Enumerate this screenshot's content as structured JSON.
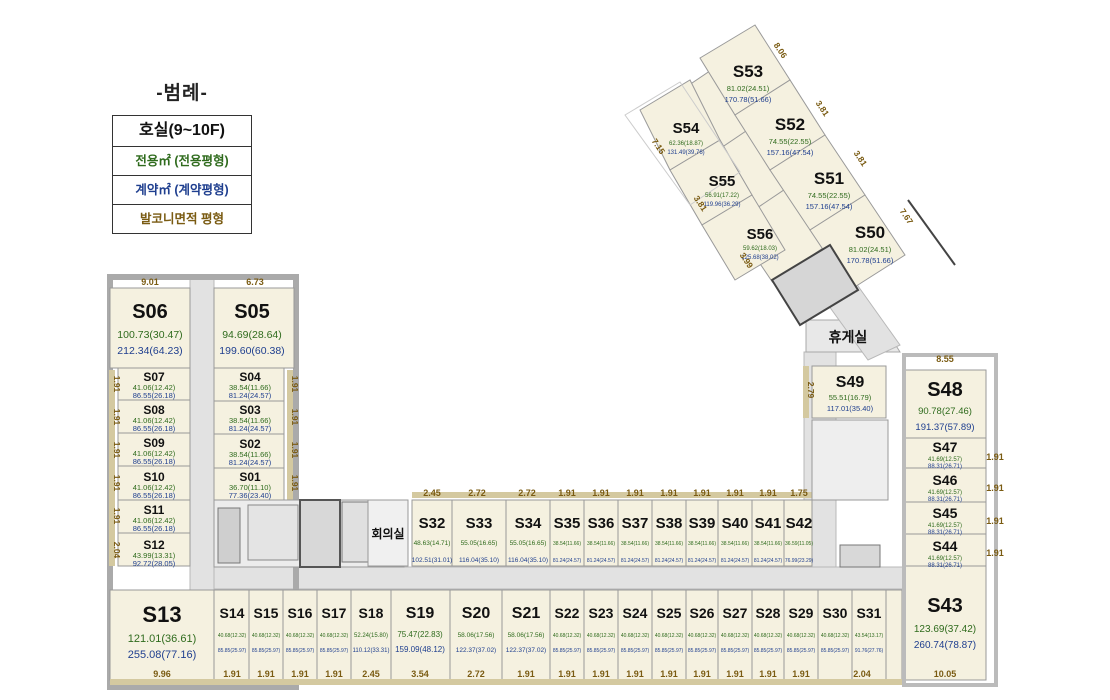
{
  "legend": {
    "title": "-범례-",
    "unit_floor": "호실(9~10F)",
    "exclusive": "전용㎡ (전용평형)",
    "contract": "계약㎡ (계약평형)",
    "balcony": "발코니면적 평형",
    "colors": {
      "exclusive": "#2f6b1d",
      "contract": "#1f3f8f",
      "balcony": "#7a5b12"
    }
  },
  "rooms": {
    "meeting": "회의실",
    "lounge": "휴게실"
  },
  "units": {
    "S06": {
      "id": "S06",
      "excl": "100.73(30.47)",
      "cont": "212.34(64.23)"
    },
    "S05": {
      "id": "S05",
      "excl": "94.69(28.64)",
      "cont": "199.60(60.38)"
    },
    "S07": {
      "id": "S07",
      "excl": "41.06(12.42)",
      "cont": "86.55(26.18)"
    },
    "S08": {
      "id": "S08",
      "excl": "41.06(12.42)",
      "cont": "86.55(26.18)"
    },
    "S09": {
      "id": "S09",
      "excl": "41.06(12.42)",
      "cont": "86.55(26.18)"
    },
    "S10": {
      "id": "S10",
      "excl": "41.06(12.42)",
      "cont": "86.55(26.18)"
    },
    "S11": {
      "id": "S11",
      "excl": "41.06(12.42)",
      "cont": "86.55(26.18)"
    },
    "S12": {
      "id": "S12",
      "excl": "43.99(13.31)",
      "cont": "92.72(28.05)"
    },
    "S04": {
      "id": "S04",
      "excl": "38.54(11.66)",
      "cont": "81.24(24.57)"
    },
    "S03": {
      "id": "S03",
      "excl": "38.54(11.66)",
      "cont": "81.24(24.57)"
    },
    "S02": {
      "id": "S02",
      "excl": "38.54(11.66)",
      "cont": "81.24(24.57)"
    },
    "S01": {
      "id": "S01",
      "excl": "36.70(11.10)",
      "cont": "77.36(23.40)"
    },
    "S32": {
      "id": "S32",
      "excl": "48.63(14.71)",
      "cont": "102.51(31.01)"
    },
    "S33": {
      "id": "S33",
      "excl": "55.05(16.65)",
      "cont": "116.04(35.10)"
    },
    "S34": {
      "id": "S34",
      "excl": "55.05(16.65)",
      "cont": "116.04(35.10)"
    },
    "S35": {
      "id": "S35",
      "excl": "38.54(11.66)",
      "cont": "81.24(24.57)"
    },
    "S36": {
      "id": "S36",
      "excl": "38.54(11.66)",
      "cont": "81.24(24.57)"
    },
    "S37": {
      "id": "S37",
      "excl": "38.54(11.66)",
      "cont": "81.24(24.57)"
    },
    "S38": {
      "id": "S38",
      "excl": "38.54(11.66)",
      "cont": "81.24(24.57)"
    },
    "S39": {
      "id": "S39",
      "excl": "38.54(11.66)",
      "cont": "81.24(24.57)"
    },
    "S40": {
      "id": "S40",
      "excl": "38.54(11.66)",
      "cont": "81.24(24.57)"
    },
    "S41": {
      "id": "S41",
      "excl": "38.54(11.66)",
      "cont": "81.24(24.57)"
    },
    "S42": {
      "id": "S42",
      "excl": "36.59(11.05)",
      "cont": "76.99(23.29)"
    },
    "S13": {
      "id": "S13",
      "excl": "121.01(36.61)",
      "cont": "255.08(77.16)"
    },
    "S14": {
      "id": "S14",
      "excl": "40.68(12.32)",
      "cont": "85.85(25.97)"
    },
    "S15": {
      "id": "S15",
      "excl": "40.68(12.32)",
      "cont": "85.85(25.97)"
    },
    "S16": {
      "id": "S16",
      "excl": "40.68(12.32)",
      "cont": "85.85(25.97)"
    },
    "S17": {
      "id": "S17",
      "excl": "40.68(12.32)",
      "cont": "85.85(25.97)"
    },
    "S18": {
      "id": "S18",
      "excl": "52.24(15.80)",
      "cont": "110.12(33.31)"
    },
    "S19": {
      "id": "S19",
      "excl": "75.47(22.83)",
      "cont": "159.09(48.12)"
    },
    "S20": {
      "id": "S20",
      "excl": "58.06(17.56)",
      "cont": "122.37(37.02)"
    },
    "S21": {
      "id": "S21",
      "excl": "58.06(17.56)",
      "cont": "122.37(37.02)"
    },
    "S22": {
      "id": "S22",
      "excl": "40.68(12.32)",
      "cont": "85.85(25.97)"
    },
    "S23": {
      "id": "S23",
      "excl": "40.68(12.32)",
      "cont": "85.85(25.97)"
    },
    "S24": {
      "id": "S24",
      "excl": "40.68(12.32)",
      "cont": "85.85(25.97)"
    },
    "S25": {
      "id": "S25",
      "excl": "40.68(12.32)",
      "cont": "85.85(25.97)"
    },
    "S26": {
      "id": "S26",
      "excl": "40.68(12.32)",
      "cont": "85.85(25.97)"
    },
    "S27": {
      "id": "S27",
      "excl": "40.68(12.32)",
      "cont": "85.85(25.97)"
    },
    "S28": {
      "id": "S28",
      "excl": "40.68(12.32)",
      "cont": "85.85(25.97)"
    },
    "S29": {
      "id": "S29",
      "excl": "40.68(12.32)",
      "cont": "85.85(25.97)"
    },
    "S30": {
      "id": "S30",
      "excl": "40.68(12.32)",
      "cont": "85.85(25.97)"
    },
    "S31": {
      "id": "S31",
      "excl": "43.54(13.17)",
      "cont": "91.76(27.76)"
    },
    "S43": {
      "id": "S43",
      "excl": "123.69(37.42)",
      "cont": "260.74(78.87)"
    },
    "S44": {
      "id": "S44",
      "excl": "41.69(12.57)",
      "cont": "88.31(26.71)"
    },
    "S45": {
      "id": "S45",
      "excl": "41.69(12.57)",
      "cont": "88.31(26.71)"
    },
    "S46": {
      "id": "S46",
      "excl": "41.69(12.57)",
      "cont": "88.31(26.71)"
    },
    "S47": {
      "id": "S47",
      "excl": "41.69(12.57)",
      "cont": "88.31(26.71)"
    },
    "S48": {
      "id": "S48",
      "excl": "90.78(27.46)",
      "cont": "191.37(57.89)"
    },
    "S49": {
      "id": "S49",
      "excl": "55.51(16.79)",
      "cont": "117.01(35.40)"
    },
    "S50": {
      "id": "S50",
      "excl": "81.02(24.51)",
      "cont": "170.78(51.66)"
    },
    "S51": {
      "id": "S51",
      "excl": "74.55(22.55)",
      "cont": "157.16(47.54)"
    },
    "S52": {
      "id": "S52",
      "excl": "74.55(22.55)",
      "cont": "157.16(47.54)"
    },
    "S53": {
      "id": "S53",
      "excl": "81.02(24.51)",
      "cont": "170.78(51.66)"
    },
    "S54": {
      "id": "S54",
      "excl": "62.36(18.87)",
      "cont": "131.49(39.76)"
    },
    "S55": {
      "id": "S55",
      "excl": "56.91(17.22)",
      "cont": "119.96(36.29)"
    },
    "S56": {
      "id": "S56",
      "excl": "59.62(18.03)",
      "cont": "125.68(38.02)"
    }
  },
  "balcony": {
    "b_901": "9.01",
    "b_673": "6.73",
    "b_245a": "2.45",
    "b_272a": "2.72",
    "b_272b": "2.72",
    "b_191_1": "1.91",
    "b_191_2": "1.91",
    "b_191_3": "1.91",
    "b_191_4": "1.91",
    "b_191_5": "1.91",
    "b_191_6": "1.91",
    "b_191_7": "1.91",
    "b_175": "1.75",
    "b_996": "9.96",
    "b_bot_191_1": "1.91",
    "b_bot_191_2": "1.91",
    "b_bot_191_3": "1.91",
    "b_bot_191_4": "1.91",
    "b_245b": "2.45",
    "b_354": "3.54",
    "b_272c": "2.72",
    "b_bot_191_5": "1.91",
    "b_bot_191_6": "1.91",
    "b_bot_191_7": "1.91",
    "b_bot_191_8": "1.91",
    "b_bot_191_9": "1.91",
    "b_bot_191_10": "1.91",
    "b_bot_191_11": "1.91",
    "b_bot_191_12": "1.91",
    "b_bot_191_13": "1.91",
    "b_204b": "2.04",
    "b_1005": "10.05",
    "b_left_191_1": "1.91",
    "b_left_191_2": "1.91",
    "b_left_191_3": "1.91",
    "b_left_191_4": "1.91",
    "b_left_191_5": "1.91",
    "b_204a": "2.04",
    "b_mid_191_1": "1.91",
    "b_mid_191_2": "1.91",
    "b_mid_191_3": "1.91",
    "b_mid_191_4": "1.91",
    "b_right_191_1": "1.91",
    "b_right_191_2": "1.91",
    "b_right_191_3": "1.91",
    "b_right_191_4": "1.91",
    "b_855": "8.55",
    "b_279": "2.79",
    "b_806": "8.06",
    "b_381a": "3.81",
    "b_381b": "3.81",
    "b_767": "7.67",
    "b_715": "7.15",
    "b_381c": "3.81",
    "b_399": "3.99"
  }
}
